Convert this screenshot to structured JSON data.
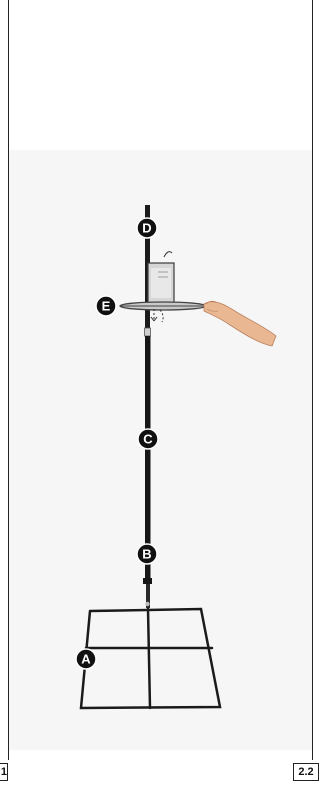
{
  "page_numbers": {
    "left": "1",
    "right": "2.2"
  },
  "callouts": {
    "a": "A",
    "b": "B",
    "c": "C",
    "d": "D",
    "e": "E"
  },
  "colors": {
    "pole": "#1b1b1b",
    "callout_fill": "#111111",
    "callout_text": "#ffffff",
    "background": "#f6f6f6",
    "hand": "#e9b892"
  }
}
